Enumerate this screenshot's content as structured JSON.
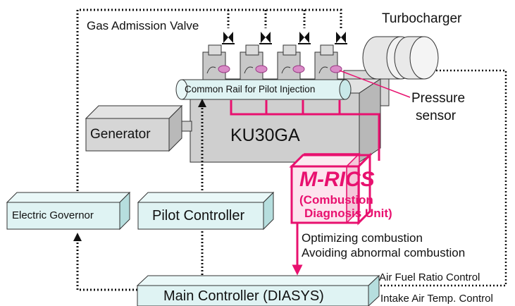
{
  "labels": {
    "turbocharger": "Turbocharger",
    "gas_valve": "Gas Admission Valve",
    "common_rail": "Common Rail for Pilot Injection",
    "pressure_sensor_line1": "Pressure",
    "pressure_sensor_line2": "sensor",
    "generator": "Generator",
    "engine": "KU30GA",
    "mrics_title": "M-RICS",
    "mrics_sub1": "(Combustion",
    "mrics_sub2": "Diagnosis Unit)",
    "electric_governor": "Electric Governor",
    "pilot_controller": "Pilot Controller",
    "main_controller": "Main Controller (DIASYS)",
    "optimizing": "Optimizing combustion",
    "avoiding": "Avoiding abnormal combustion",
    "air_fuel": "Air Fuel Ratio Control",
    "intake_temp": "Intake Air Temp. Control"
  },
  "colors": {
    "box_fill": "#dff3f3",
    "box_side": "#b6dede",
    "engine_fill": "#cfcfcf",
    "mrics_fill": "#fde4ee",
    "mrics_accent": "#e8116f",
    "signal_line": "#e8116f"
  }
}
